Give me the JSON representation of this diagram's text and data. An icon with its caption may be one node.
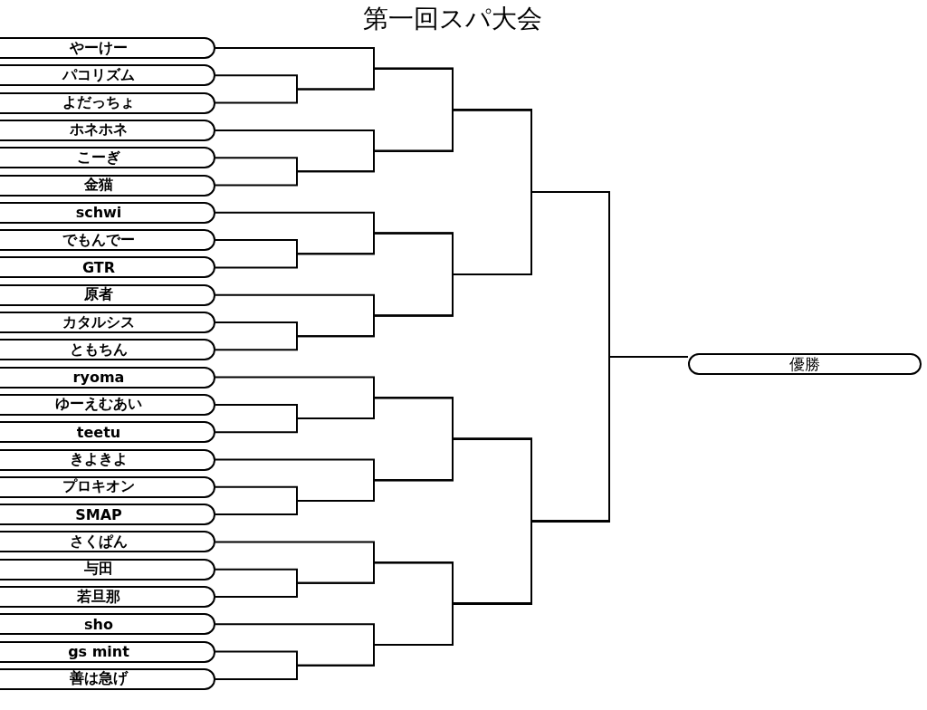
{
  "diagram": {
    "title": "第一回スパ大会",
    "nodes": [
      {
        "text": [
          "やーけー"
        ]
      },
      {
        "text": [
          "パコリズム"
        ]
      },
      {
        "text": [
          "よだっちょ"
        ]
      },
      {
        "text": [
          "ホネホネ"
        ]
      },
      {
        "text": [
          "こーぎ"
        ]
      },
      {
        "text": [
          "金猫"
        ]
      },
      {
        "text": [
          "schwi"
        ]
      },
      {
        "text": [
          "でもんでー"
        ]
      },
      {
        "text": [
          "GTR"
        ]
      },
      {
        "text": [
          "原者"
        ]
      },
      {
        "text": [
          "カタルシス"
        ]
      },
      {
        "text": [
          "ともちん"
        ]
      },
      {
        "text": [
          "ryoma"
        ]
      },
      {
        "text": [
          "ゆーえむあい"
        ]
      },
      {
        "text": [
          "teetu"
        ]
      },
      {
        "text": [
          "きよきよ"
        ]
      },
      {
        "text": [
          "プロキオン"
        ]
      },
      {
        "text": [
          "SMAP"
        ]
      },
      {
        "text": [
          "さくぱん"
        ]
      },
      {
        "text": [
          "与田"
        ]
      },
      {
        "text": [
          "若旦那"
        ]
      },
      {
        "text": [
          "sho"
        ]
      },
      {
        "text": [
          "gs mint"
        ]
      },
      {
        "text": [
          "善は急げ"
        ]
      },
      {
        "text": [
          "優勝"
        ]
      }
    ],
    "edges": [
      {
        "from": 0,
        "to": 24,
        "arrow": "none"
      },
      {
        "from": 1,
        "to": 24,
        "arrow": "none"
      },
      {
        "from": 2,
        "to": 24,
        "arrow": "none"
      },
      {
        "from": 3,
        "to": 24,
        "arrow": "none"
      },
      {
        "from": 4,
        "to": 24,
        "arrow": "none"
      },
      {
        "from": 5,
        "to": 24,
        "arrow": "none"
      },
      {
        "from": 6,
        "to": 24,
        "arrow": "none"
      },
      {
        "from": 7,
        "to": 24,
        "arrow": "none"
      },
      {
        "from": 8,
        "to": 24,
        "arrow": "none"
      },
      {
        "from": 9,
        "to": 24,
        "arrow": "none"
      },
      {
        "from": 10,
        "to": 24,
        "arrow": "none"
      },
      {
        "from": 11,
        "to": 24,
        "arrow": "none"
      },
      {
        "from": 12,
        "to": 24,
        "arrow": "none"
      },
      {
        "from": 13,
        "to": 24,
        "arrow": "none"
      },
      {
        "from": 14,
        "to": 24,
        "arrow": "none"
      },
      {
        "from": 15,
        "to": 24,
        "arrow": "none"
      },
      {
        "from": 16,
        "to": 24,
        "arrow": "none"
      },
      {
        "from": 17,
        "to": 24,
        "arrow": "none"
      },
      {
        "from": 18,
        "to": 24,
        "arrow": "none"
      },
      {
        "from": 19,
        "to": 24,
        "arrow": "none"
      },
      {
        "from": 20,
        "to": 24,
        "arrow": "none"
      },
      {
        "from": 21,
        "to": 24,
        "arrow": "none"
      },
      {
        "from": 22,
        "to": 24,
        "arrow": "none"
      },
      {
        "from": 23,
        "to": 24,
        "arrow": "none"
      }
    ]
  }
}
